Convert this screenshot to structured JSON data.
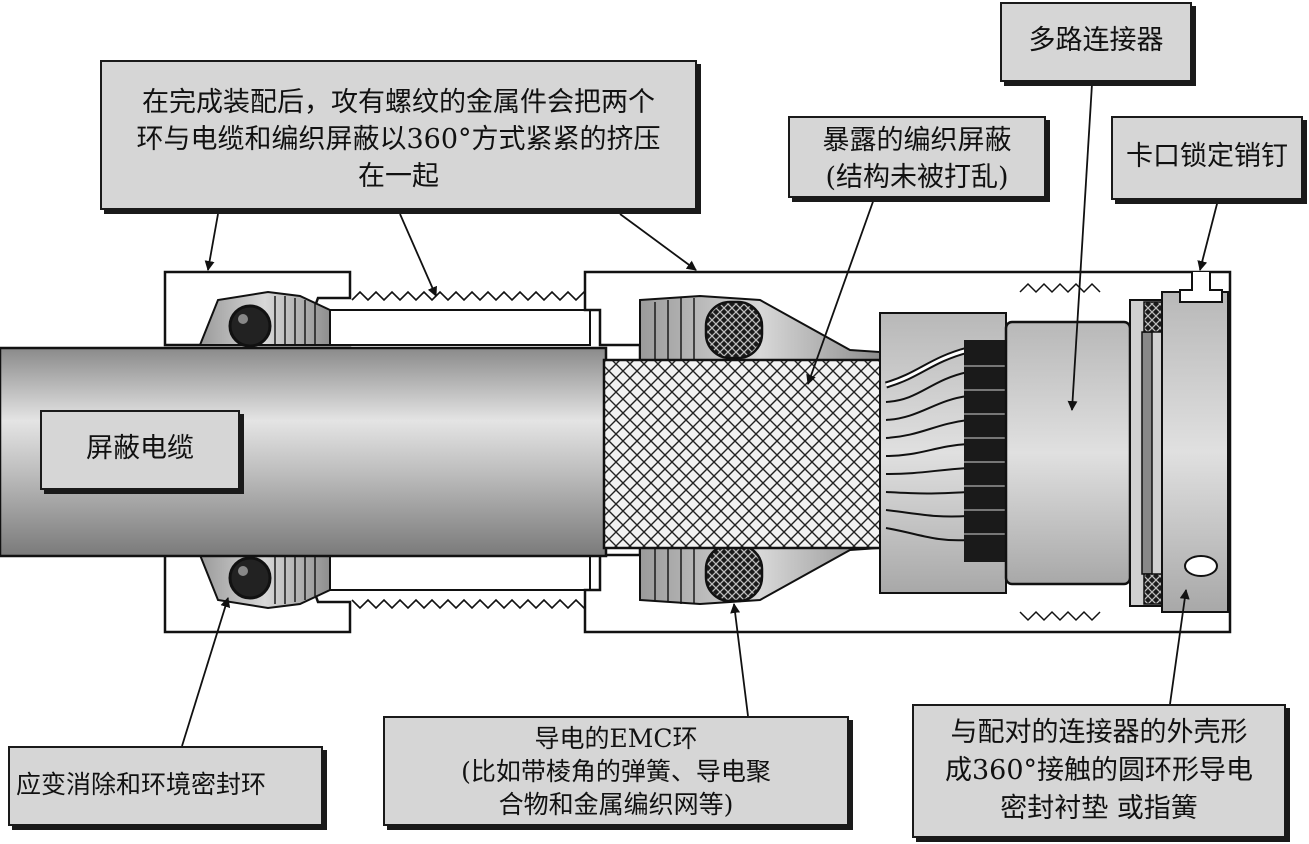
{
  "callouts": {
    "clamp_note": "在完成装配后，攻有螺纹的金属件会把两个\n环与电缆和编织屏蔽以360°方式紧紧的挤压\n在一起",
    "exposed_braid": "暴露的编织屏蔽\n(结构未被打乱)",
    "multi_connector": "多路连接器",
    "bayonet_pin": "卡口锁定销钉",
    "shielded_cable": "屏蔽电缆",
    "strain_relief": "应变消除和环境密封环",
    "emc_ring": "导电的EMC环\n(比如带棱角的弹簧、导电聚\n合物和金属编织网等)",
    "mating_gasket": "与配对的连接器的外壳形\n成360°接触的圆环形导电\n密封衬垫 或指簧"
  },
  "colors": {
    "line": "#111111",
    "box_fill": "#d6d6d6",
    "cable": "#a9a9a9",
    "metal": "#c8c8c8",
    "braid": "#f2f2f2",
    "seal": "#222222"
  }
}
